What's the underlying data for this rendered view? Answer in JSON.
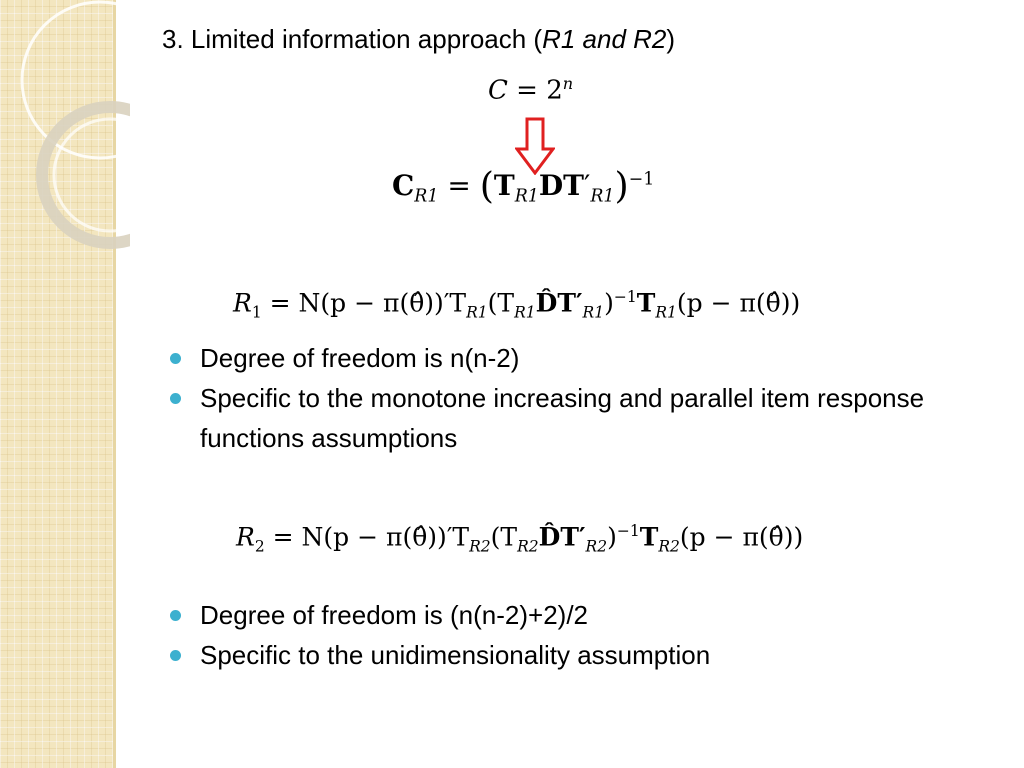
{
  "slide": {
    "title_prefix": "3. Limited information approach (",
    "title_italic": "R1 and R2",
    "title_suffix": ")"
  },
  "equations": {
    "c_eq": {
      "lhs": "C",
      "eq": " = ",
      "base": "2",
      "exp": "n"
    },
    "cr1": {
      "lhs": "C",
      "lhs_sub": "R1",
      "eq": " = ",
      "open": "(",
      "t1": "T",
      "t1_sub": "R1",
      "d": "DT",
      "prime": "′",
      "t2_sub": "R1",
      "close": ")",
      "exp": "−1"
    },
    "r1": {
      "text_lhs": "R",
      "lhs_sub": "1",
      "rest_a": " = N(p − π(θ̂))′T",
      "sub_a": "R1",
      "rest_b": "(T",
      "sub_b": "R1",
      "rest_c": "D̂T′",
      "sub_c": "R1",
      "rest_d": ")",
      "exp": "−1",
      "rest_e": "T",
      "sub_e": "R1",
      "rest_f": "(p − π(θ̂))"
    },
    "r2": {
      "text_lhs": "R",
      "lhs_sub": "2",
      "rest_a": " = N(p − π(θ̂))′T",
      "sub_a": "R2",
      "rest_b": "(T",
      "sub_b": "R2",
      "rest_c": "D̂T′",
      "sub_c": "R2",
      "rest_d": ")",
      "exp": "−1",
      "rest_e": "T",
      "sub_e": "R2",
      "rest_f": "(p − π(θ̂))"
    }
  },
  "bullets_r1": [
    "Degree of freedom is n(n-2)",
    "Specific to the monotone increasing and parallel item response functions assumptions"
  ],
  "bullets_r2": [
    "Degree of freedom is (n(n-2)+2)/2",
    "Specific to the unidimensionality assumption"
  ],
  "colors": {
    "bullet": "#3cb0cf",
    "arrow": "#e02020",
    "sidebar": "#f3e6bf"
  },
  "icons": {
    "arrow": "down-arrow-icon"
  }
}
